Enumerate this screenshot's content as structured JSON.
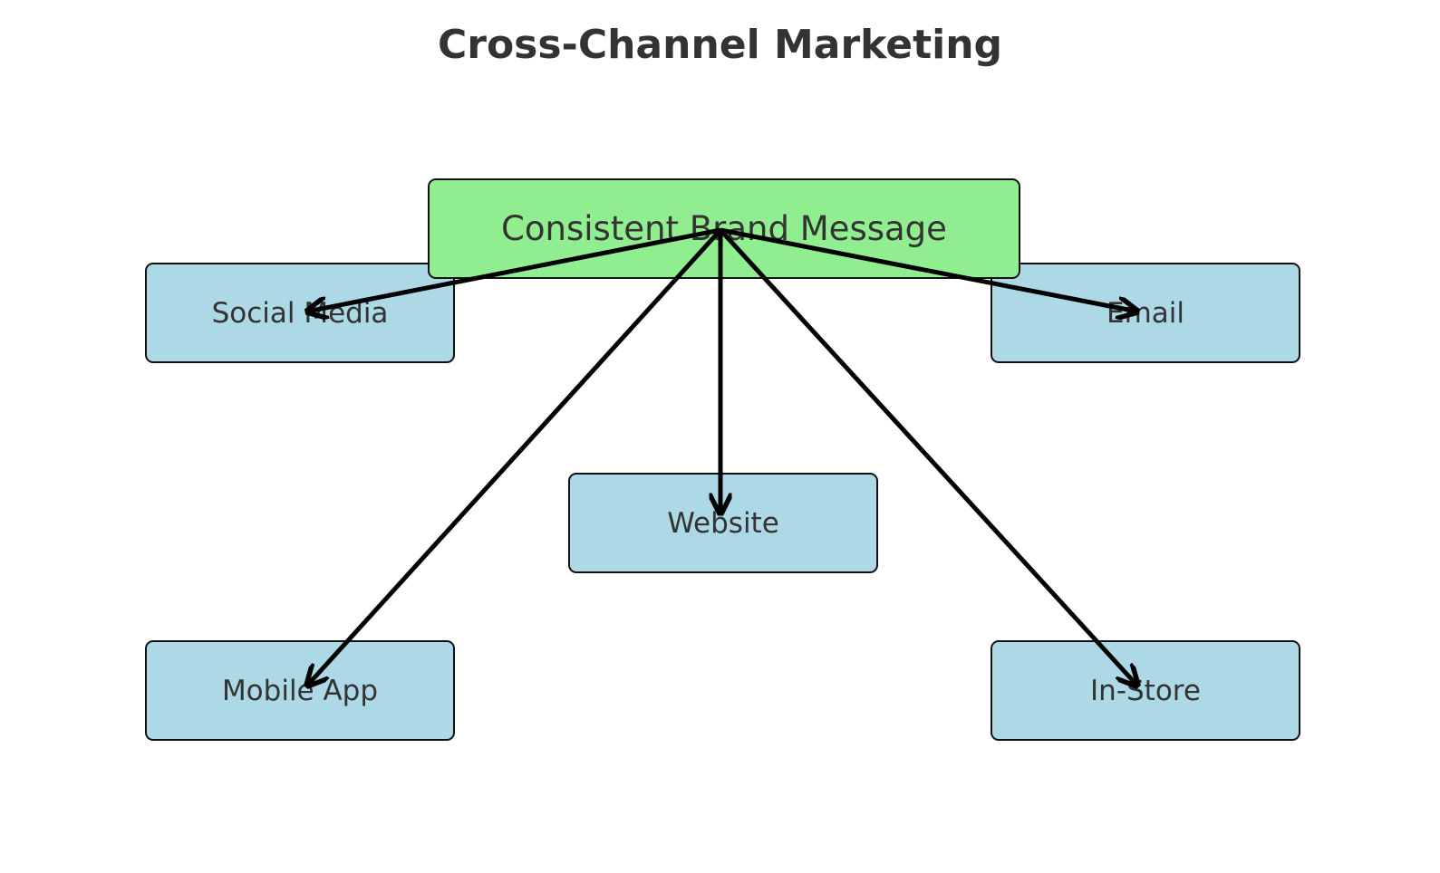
{
  "title": "Cross-Channel Marketing",
  "colors": {
    "center_fill": "#90ee90",
    "channel_fill": "#add8e6",
    "border": "#111111",
    "text": "#333333",
    "arrow": "#000000"
  },
  "center": {
    "id": "center",
    "label": "Consistent Brand Message"
  },
  "channels": [
    {
      "id": "social",
      "label": "Social Media"
    },
    {
      "id": "email",
      "label": "Email"
    },
    {
      "id": "website",
      "label": "Website"
    },
    {
      "id": "mobile",
      "label": "Mobile App"
    },
    {
      "id": "instore",
      "label": "In-Store"
    }
  ],
  "edges": [
    {
      "from": "center",
      "to": "social"
    },
    {
      "from": "center",
      "to": "email"
    },
    {
      "from": "center",
      "to": "website"
    },
    {
      "from": "center",
      "to": "mobile"
    },
    {
      "from": "center",
      "to": "instore"
    }
  ]
}
